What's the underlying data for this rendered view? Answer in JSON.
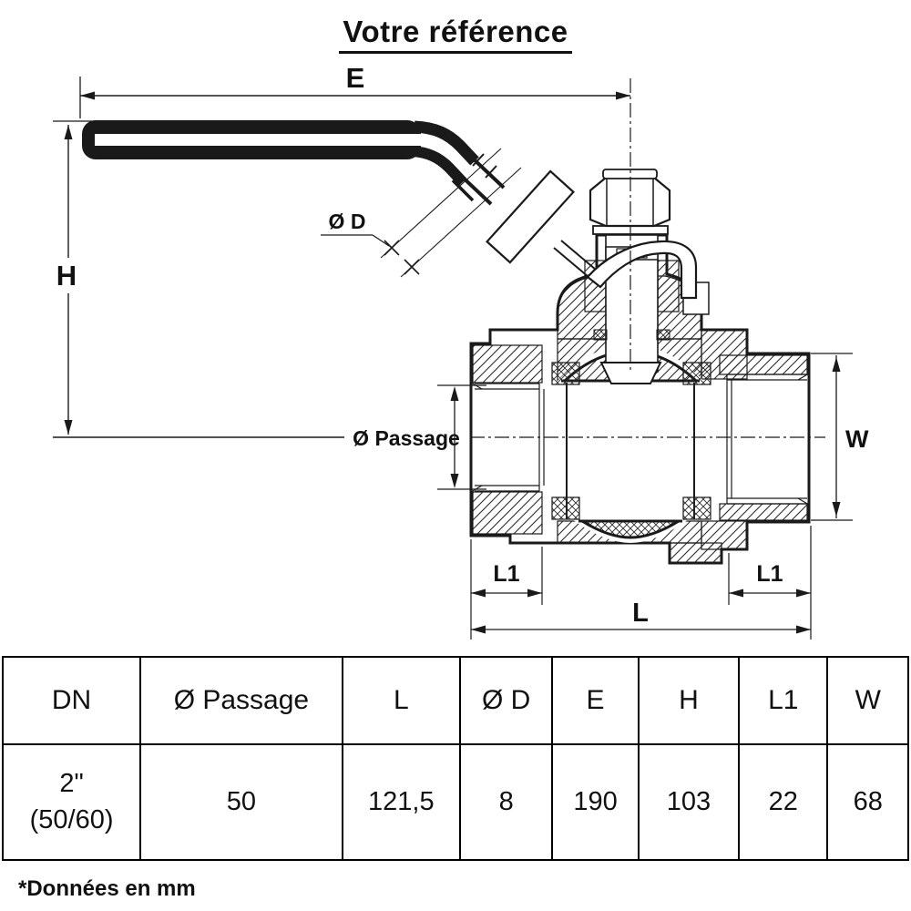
{
  "title": "Votre référence",
  "footnote": "*Données en mm",
  "drawing": {
    "labels": {
      "e": "E",
      "h": "H",
      "d": "Ø D",
      "passage": "Ø Passage",
      "w": "W",
      "l1_left": "L1",
      "l1_right": "L1",
      "l": "L"
    }
  },
  "table": {
    "headers": [
      "DN",
      "Ø Passage",
      "L",
      "Ø D",
      "E",
      "H",
      "L1",
      "W"
    ],
    "rows": [
      [
        "2\"\n(50/60)",
        "50",
        "121,5",
        "8",
        "190",
        "103",
        "22",
        "68"
      ]
    ]
  },
  "colors": {
    "ink": "#1a1a1a",
    "background": "#ffffff"
  }
}
